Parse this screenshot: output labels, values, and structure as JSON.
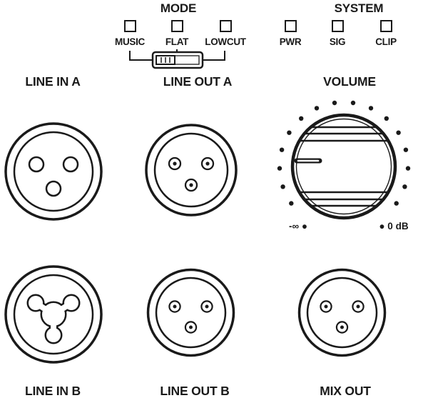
{
  "mode": {
    "title": "MODE",
    "indicators": [
      {
        "label": "MUSIC"
      },
      {
        "label": "FLAT"
      },
      {
        "label": "LOWCUT"
      }
    ]
  },
  "system": {
    "title": "SYSTEM",
    "indicators": [
      {
        "label": "PWR"
      },
      {
        "label": "SIG"
      },
      {
        "label": "CLIP"
      }
    ]
  },
  "jacks": {
    "line_in_a": "LINE IN A",
    "line_out_a": "LINE OUT A",
    "line_in_b": "LINE IN B",
    "line_out_b": "LINE OUT B",
    "mix_out": "MIX OUT"
  },
  "volume": {
    "label": "VOLUME",
    "min": "-∞ ●",
    "max": "● 0 dB"
  },
  "colors": {
    "ink": "#1a1a1a",
    "background": "#ffffff"
  }
}
